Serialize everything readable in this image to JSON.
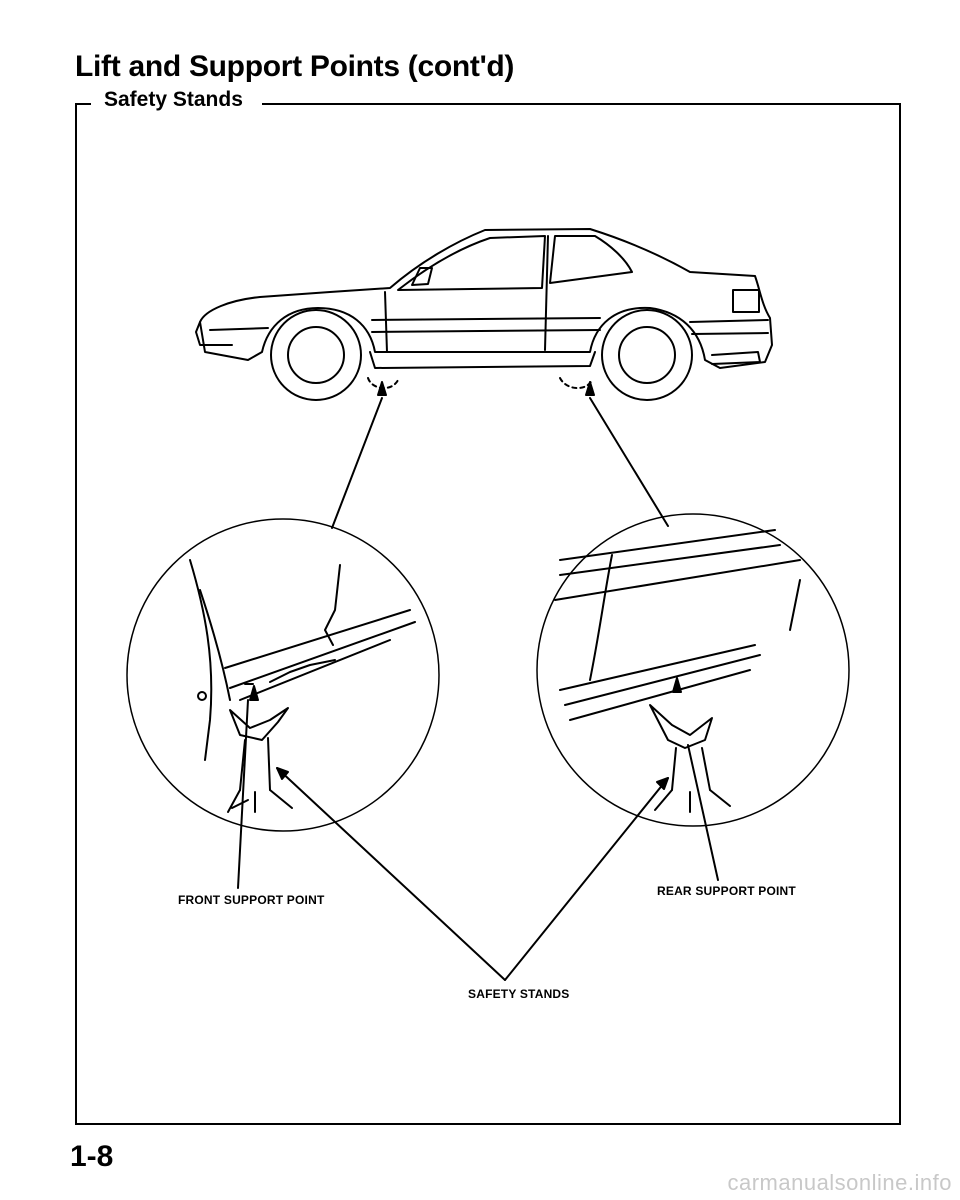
{
  "header": {
    "title": "Lift and Support Points (cont'd)"
  },
  "section": {
    "title": "Safety Stands"
  },
  "labels": {
    "front_support": "FRONT SUPPORT POINT",
    "rear_support": "REAR SUPPORT POINT",
    "safety_stands": "SAFETY STANDS"
  },
  "footer": {
    "page_number": "1-8",
    "watermark": "carmanualsonline.info"
  }
}
